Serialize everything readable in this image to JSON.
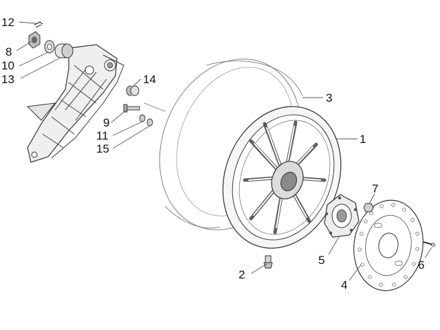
{
  "callouts": {
    "c1": "1",
    "c2": "2",
    "c3": "3",
    "c4": "4",
    "c5": "5",
    "c6": "6",
    "c7": "7",
    "c8": "8",
    "c9": "9",
    "c10": "10",
    "c11": "11",
    "c12": "12",
    "c13": "13",
    "c14": "14",
    "c15": "15"
  },
  "colors": {
    "ink": "#3a3a3a",
    "part_fill": "#e9e9e9",
    "dark_fill": "#7a7a7a",
    "background": "#ffffff"
  }
}
